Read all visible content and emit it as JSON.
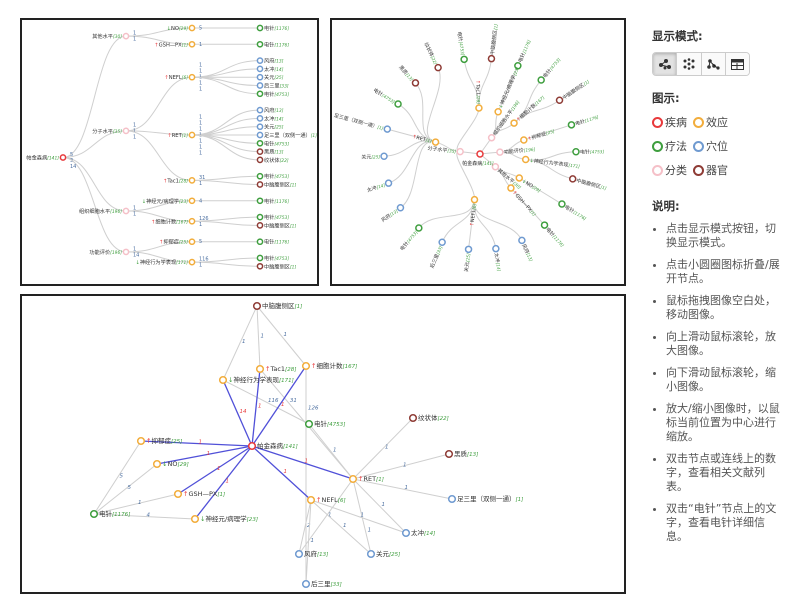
{
  "colors": {
    "disease": "#e8393b",
    "effect": "#f2ad3c",
    "therapy": "#3e9e3e",
    "acupoint": "#6f9ad0",
    "category": "#f5c0c8",
    "organ": "#8e3b35",
    "link_main": "#5050d8",
    "link": "#cfcfcf",
    "count": "#3e9e3e",
    "up": "#e8393b",
    "down": "#3e9e3e",
    "edge_label": "#4a6ea0",
    "edge_label_main": "#e8393b"
  },
  "sidebar": {
    "mode_title": "显示模式:",
    "modes": [
      {
        "name": "tree-mode",
        "icon": "tree-icon",
        "active": true
      },
      {
        "name": "radial-mode",
        "icon": "radial-icon",
        "active": false
      },
      {
        "name": "force-mode",
        "icon": "force-graph-icon",
        "active": false
      },
      {
        "name": "table-mode",
        "icon": "table-icon",
        "active": false
      }
    ],
    "legend_title": "图示:",
    "legend": [
      {
        "label": "疾病",
        "type": "disease"
      },
      {
        "label": "效应",
        "type": "effect"
      },
      {
        "label": "疗法",
        "type": "therapy"
      },
      {
        "label": "穴位",
        "type": "acupoint"
      },
      {
        "label": "分类",
        "type": "category"
      },
      {
        "label": "器官",
        "type": "organ"
      }
    ],
    "help_title": "说明:",
    "help": [
      "点击显示模式按钮，切换显示模式。",
      "点击小圆圈图标折叠/展开节点。",
      "鼠标拖拽图像空白处，移动图像。",
      "向上滑动鼠标滚轮，放大图像。",
      "向下滑动鼠标滚轮，缩小图像。",
      "放大/缩小图像时，以鼠标当前位置为中心进行缩放。",
      "双击节点或连线上的数字，查看相关文献列表。",
      "双击“电针”节点上的文字，查看电针详细信息。"
    ]
  },
  "tree": {
    "name": "帕金森病",
    "count": "[141]",
    "type": "disease",
    "children": [
      {
        "name": "其他水平",
        "count": "[30]",
        "type": "category",
        "edge": "",
        "children": [
          {
            "arrow": "↓",
            "name": "NO",
            "count": "[29]",
            "type": "effect",
            "edge": "1",
            "children": [
              {
                "name": "电针",
                "count": "[1176]",
                "type": "therapy",
                "edge": "5"
              }
            ]
          },
          {
            "arrow": "↑",
            "name": "GSH—PX",
            "count": "[1]",
            "type": "effect",
            "edge": "1",
            "children": [
              {
                "name": "电针",
                "count": "[1176]",
                "type": "therapy",
                "edge": "1"
              }
            ]
          }
        ]
      },
      {
        "name": "分子水平",
        "count": "[35]",
        "type": "category",
        "edge": "5",
        "children": [
          {
            "arrow": "↑",
            "name": "NEFL",
            "count": "[6]",
            "type": "effect",
            "edge": "1",
            "children": [
              {
                "name": "风府",
                "count": "[13]",
                "type": "acupoint",
                "edge": "1"
              },
              {
                "name": "太冲",
                "count": "[14]",
                "type": "acupoint",
                "edge": "1"
              },
              {
                "name": "关元",
                "count": "[25]",
                "type": "acupoint",
                "edge": "1"
              },
              {
                "name": "后三里",
                "count": "[33]",
                "type": "acupoint",
                "edge": "1"
              },
              {
                "name": "电针",
                "count": "[4753]",
                "type": "therapy",
                "edge": "1"
              }
            ]
          },
          {
            "arrow": "↑",
            "name": "RET",
            "count": "[1]",
            "type": "effect",
            "edge": "1",
            "children": [
              {
                "name": "风府",
                "count": "[13]",
                "type": "acupoint",
                "edge": "1"
              },
              {
                "name": "太冲",
                "count": "[14]",
                "type": "acupoint",
                "edge": "1"
              },
              {
                "name": "关元",
                "count": "[25]",
                "type": "acupoint",
                "edge": "1"
              },
              {
                "name": "足三里（双侧一通）",
                "count": "[1]",
                "type": "acupoint",
                "edge": "1"
              },
              {
                "name": "电针",
                "count": "[4753]",
                "type": "therapy",
                "edge": "1"
              },
              {
                "name": "黑质",
                "count": "[13]",
                "type": "organ",
                "edge": "1"
              },
              {
                "name": "纹状体",
                "count": "[22]",
                "type": "organ",
                "edge": "1"
              }
            ]
          },
          {
            "arrow": "↑",
            "name": "Tac1",
            "count": "[28]",
            "type": "effect",
            "edge": "1",
            "children": [
              {
                "name": "电针",
                "count": "[4753]",
                "type": "therapy",
                "edge": "31"
              },
              {
                "name": "中脑腹侧区",
                "count": "[1]",
                "type": "organ",
                "edge": "1"
              }
            ]
          }
        ]
      },
      {
        "name": "组织细胞水平",
        "count": "[196]",
        "type": "category",
        "edge": "3",
        "children": [
          {
            "arrow": "↓",
            "name": "神经元/病理学",
            "count": "[23]",
            "type": "effect",
            "edge": "1",
            "children": [
              {
                "name": "电针",
                "count": "[1176]",
                "type": "therapy",
                "edge": "4"
              }
            ]
          },
          {
            "arrow": "↑",
            "name": "细胞计数",
            "count": "[167]",
            "type": "effect",
            "edge": "1",
            "children": [
              {
                "name": "电针",
                "count": "[4753]",
                "type": "therapy",
                "edge": "126"
              },
              {
                "name": "中脑腹侧区",
                "count": "[1]",
                "type": "organ",
                "edge": "1"
              }
            ]
          }
        ]
      },
      {
        "name": "功能评价",
        "count": "[196]",
        "type": "category",
        "edge": "14",
        "children": [
          {
            "arrow": "↑",
            "name": "抑郁症",
            "count": "[25]",
            "type": "effect",
            "edge": "1",
            "children": [
              {
                "name": "电针",
                "count": "[1176]",
                "type": "therapy",
                "edge": "5"
              }
            ]
          },
          {
            "arrow": "↓",
            "name": "神经行为学表现",
            "count": "[171]",
            "type": "effect",
            "edge": "14",
            "children": [
              {
                "name": "电针",
                "count": "[4753]",
                "type": "therapy",
                "edge": "116"
              },
              {
                "name": "中脑腹侧区",
                "count": "[1]",
                "type": "organ",
                "edge": "1"
              }
            ]
          }
        ]
      }
    ]
  },
  "graph": {
    "nodes": [
      {
        "id": "pd",
        "name": "帕金森病",
        "count": "[141]",
        "type": "disease"
      },
      {
        "id": "vta",
        "name": "中脑腹侧区",
        "count": "[1]",
        "type": "organ"
      },
      {
        "id": "tac1",
        "arrow": "↑",
        "name": "Tac1",
        "count": "[28]",
        "type": "effect"
      },
      {
        "id": "beh",
        "arrow": "↓",
        "name": "神经行为学表现",
        "count": "[171]",
        "type": "effect"
      },
      {
        "id": "cell",
        "arrow": "↑",
        "name": "细胞计数",
        "count": "[167]",
        "type": "effect"
      },
      {
        "id": "ea1",
        "name": "电针",
        "count": "[4753]",
        "type": "therapy"
      },
      {
        "id": "dep",
        "arrow": "↑",
        "name": "抑郁症",
        "count": "[25]",
        "type": "effect"
      },
      {
        "id": "no",
        "arrow": "↓",
        "name": "NO",
        "count": "[29]",
        "type": "effect"
      },
      {
        "id": "gsh",
        "arrow": "↑",
        "name": "GSH—PX",
        "count": "[1]",
        "type": "effect"
      },
      {
        "id": "ea2",
        "name": "电针",
        "count": "[1176]",
        "type": "therapy"
      },
      {
        "id": "neu",
        "arrow": "↓",
        "name": "神经元/病理学",
        "count": "[23]",
        "type": "effect"
      },
      {
        "id": "ret",
        "arrow": "↑",
        "name": "RET",
        "count": "[1]",
        "type": "effect"
      },
      {
        "id": "nefl",
        "arrow": "↑",
        "name": "NEFL",
        "count": "[6]",
        "type": "effect"
      },
      {
        "id": "str",
        "name": "纹状体",
        "count": "[22]",
        "type": "organ"
      },
      {
        "id": "sn",
        "name": "黑质",
        "count": "[13]",
        "type": "organ"
      },
      {
        "id": "zsl",
        "name": "足三里（双侧一通）",
        "count": "[1]",
        "type": "acupoint"
      },
      {
        "id": "tc",
        "name": "太冲",
        "count": "[14]",
        "type": "acupoint"
      },
      {
        "id": "gy",
        "name": "关元",
        "count": "[25]",
        "type": "acupoint"
      },
      {
        "id": "ff",
        "name": "风府",
        "count": "[13]",
        "type": "acupoint"
      },
      {
        "id": "hsl",
        "name": "后三里",
        "count": "[33]",
        "type": "acupoint"
      }
    ],
    "edges": [
      {
        "s": "vta",
        "t": "beh",
        "label": "1",
        "main": false
      },
      {
        "s": "vta",
        "t": "tac1",
        "label": "1",
        "main": false
      },
      {
        "s": "vta",
        "t": "cell",
        "label": "1",
        "main": false
      },
      {
        "s": "beh",
        "t": "ea1",
        "label": "116",
        "main": false
      },
      {
        "s": "tac1",
        "t": "ret",
        "label": "31",
        "main": false
      },
      {
        "s": "cell",
        "t": "hsl",
        "label": "126",
        "main": false
      },
      {
        "s": "ea1",
        "t": "ret",
        "label": "1",
        "main": false
      },
      {
        "s": "dep",
        "t": "ea2",
        "label": "5",
        "main": false
      },
      {
        "s": "no",
        "t": "ea2",
        "label": "5",
        "main": false
      },
      {
        "s": "gsh",
        "t": "ea2",
        "label": "1",
        "main": false
      },
      {
        "s": "neu",
        "t": "ea2",
        "label": "4",
        "main": false
      },
      {
        "s": "pd",
        "t": "beh",
        "label": "14",
        "main": true
      },
      {
        "s": "pd",
        "t": "tac1",
        "label": "1",
        "main": true
      },
      {
        "s": "pd",
        "t": "cell",
        "label": "1",
        "main": true
      },
      {
        "s": "pd",
        "t": "dep",
        "label": "1",
        "main": true
      },
      {
        "s": "pd",
        "t": "no",
        "label": "1",
        "main": true
      },
      {
        "s": "pd",
        "t": "gsh",
        "label": "1",
        "main": true
      },
      {
        "s": "pd",
        "t": "neu",
        "label": "1",
        "main": true
      },
      {
        "s": "pd",
        "t": "ret",
        "label": "1",
        "main": true
      },
      {
        "s": "pd",
        "t": "nefl",
        "label": "1",
        "main": true
      },
      {
        "s": "ret",
        "t": "str",
        "label": "1",
        "main": false
      },
      {
        "s": "ret",
        "t": "sn",
        "label": "1",
        "main": false
      },
      {
        "s": "ret",
        "t": "zsl",
        "label": "1",
        "main": false
      },
      {
        "s": "ret",
        "t": "tc",
        "label": "1",
        "main": false
      },
      {
        "s": "ret",
        "t": "gy",
        "label": "1",
        "main": false
      },
      {
        "s": "ret",
        "t": "ff",
        "label": "1",
        "main": false
      },
      {
        "s": "nefl",
        "t": "tc",
        "label": "1",
        "main": false
      },
      {
        "s": "nefl",
        "t": "gy",
        "label": "1",
        "main": false
      },
      {
        "s": "nefl",
        "t": "ff",
        "label": "2",
        "main": false
      },
      {
        "s": "nefl",
        "t": "hsl",
        "label": "1",
        "main": false
      }
    ]
  }
}
